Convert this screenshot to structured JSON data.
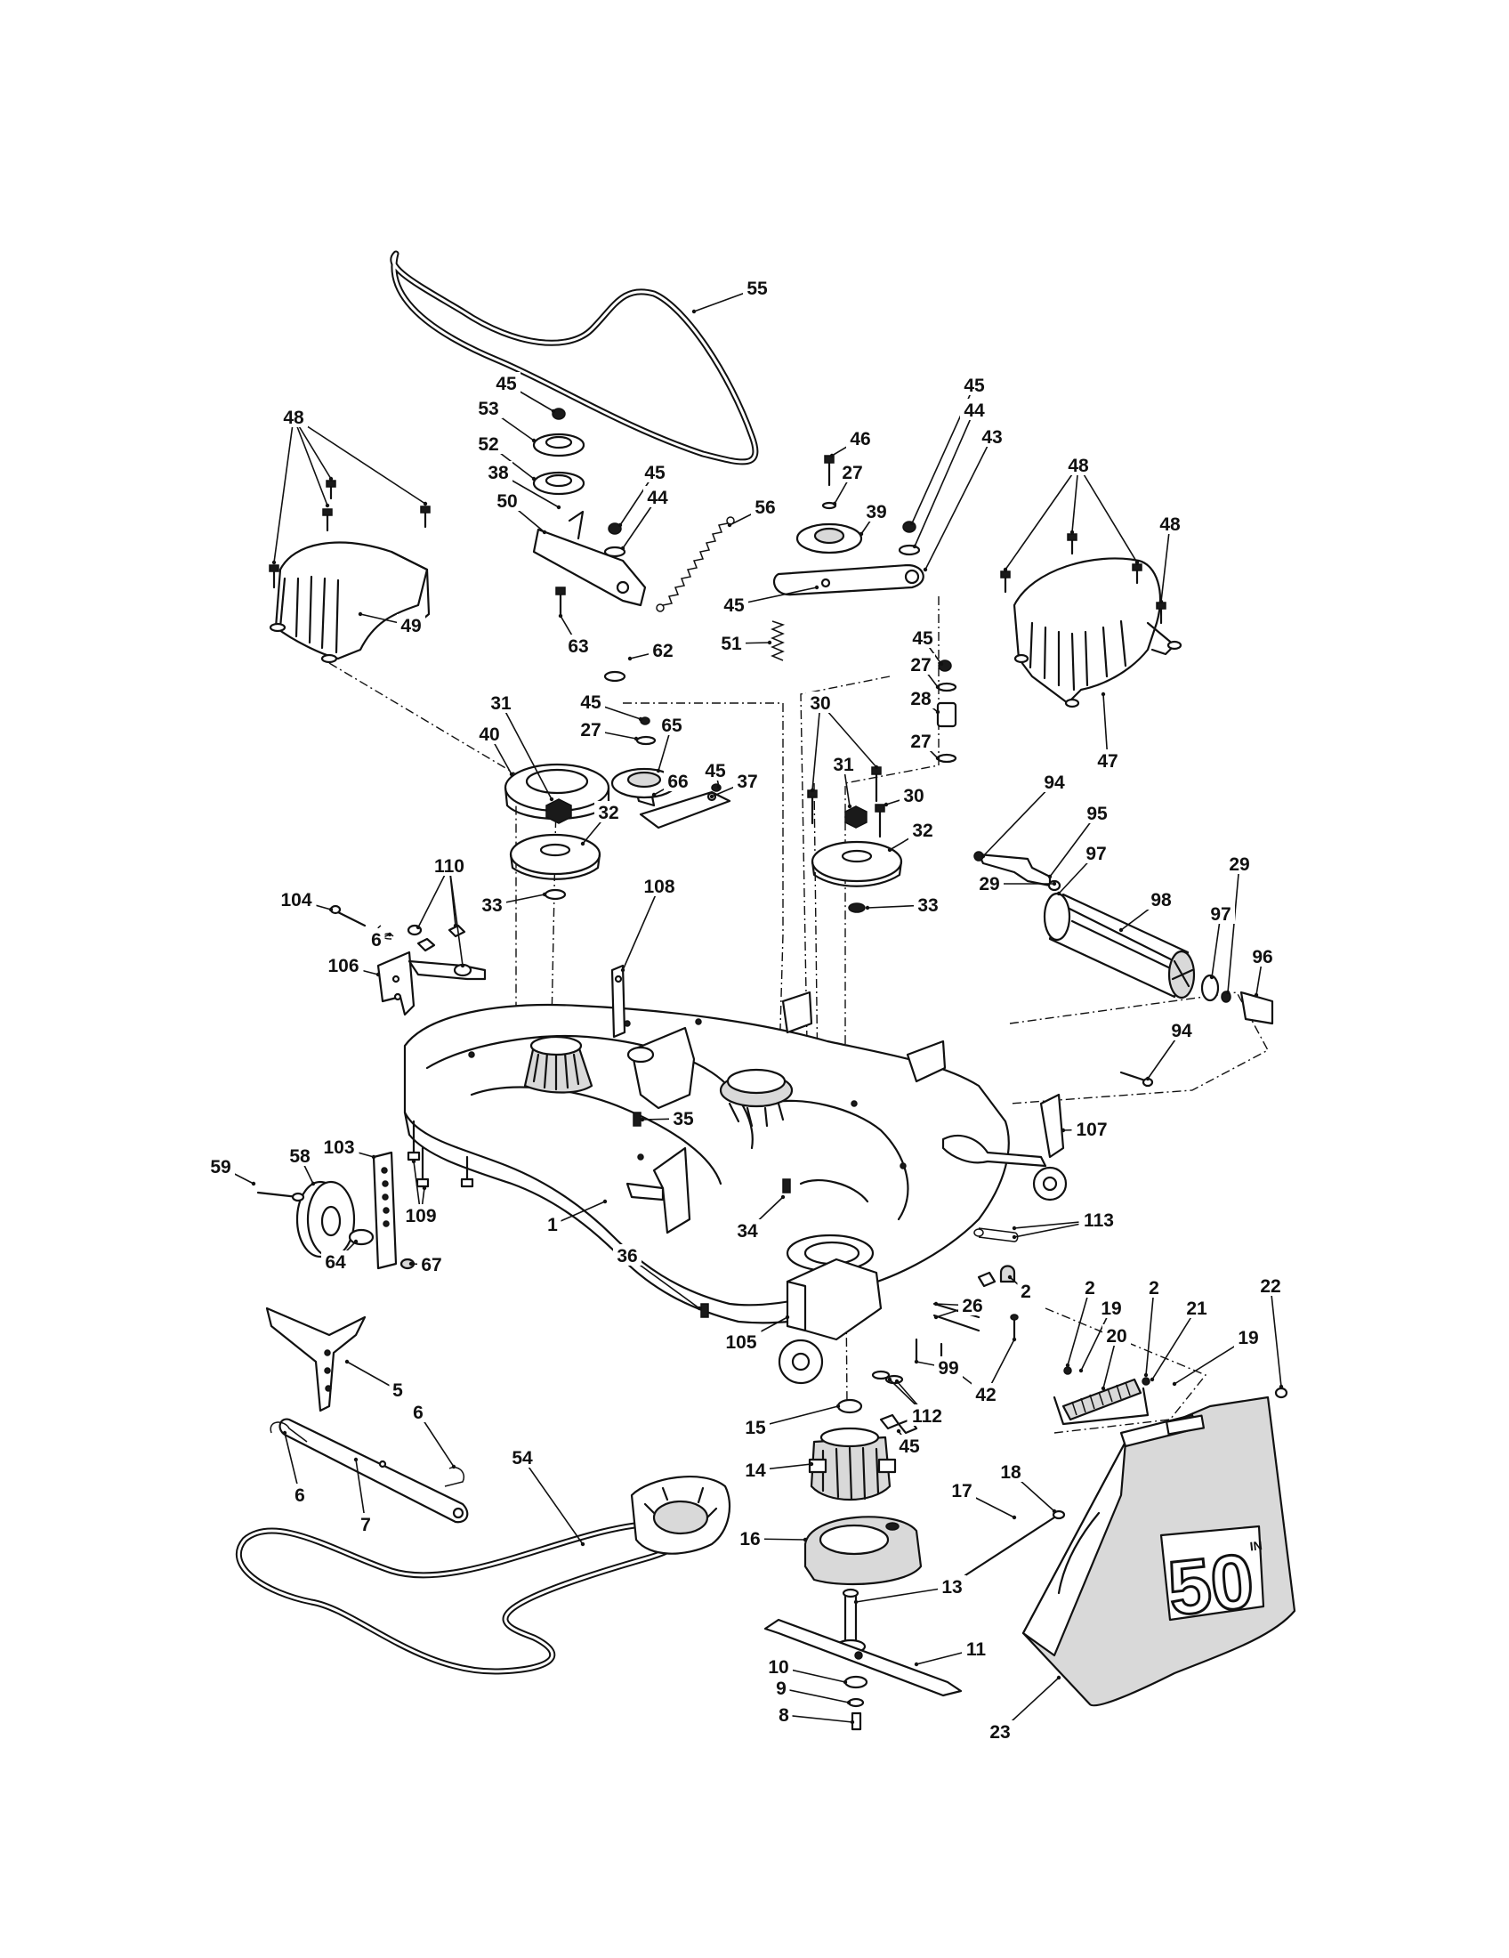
{
  "diagram": {
    "callouts": [
      "1",
      "2",
      "5",
      "6",
      "7",
      "8",
      "9",
      "10",
      "11",
      "13",
      "14",
      "15",
      "16",
      "17",
      "18",
      "19",
      "20",
      "21",
      "22",
      "23",
      "26",
      "27",
      "28",
      "29",
      "30",
      "31",
      "32",
      "33",
      "34",
      "35",
      "36",
      "37",
      "38",
      "39",
      "40",
      "42",
      "43",
      "44",
      "45",
      "46",
      "47",
      "48",
      "49",
      "50",
      "51",
      "52",
      "53",
      "54",
      "55",
      "56",
      "58",
      "59",
      "62",
      "63",
      "64",
      "65",
      "66",
      "67",
      "94",
      "95",
      "96",
      "97",
      "98",
      "99",
      "103",
      "104",
      "105",
      "106",
      "107",
      "108",
      "109",
      "110",
      "112",
      "113"
    ],
    "chute_logo": {
      "number": "50",
      "superscript": "IN"
    }
  }
}
